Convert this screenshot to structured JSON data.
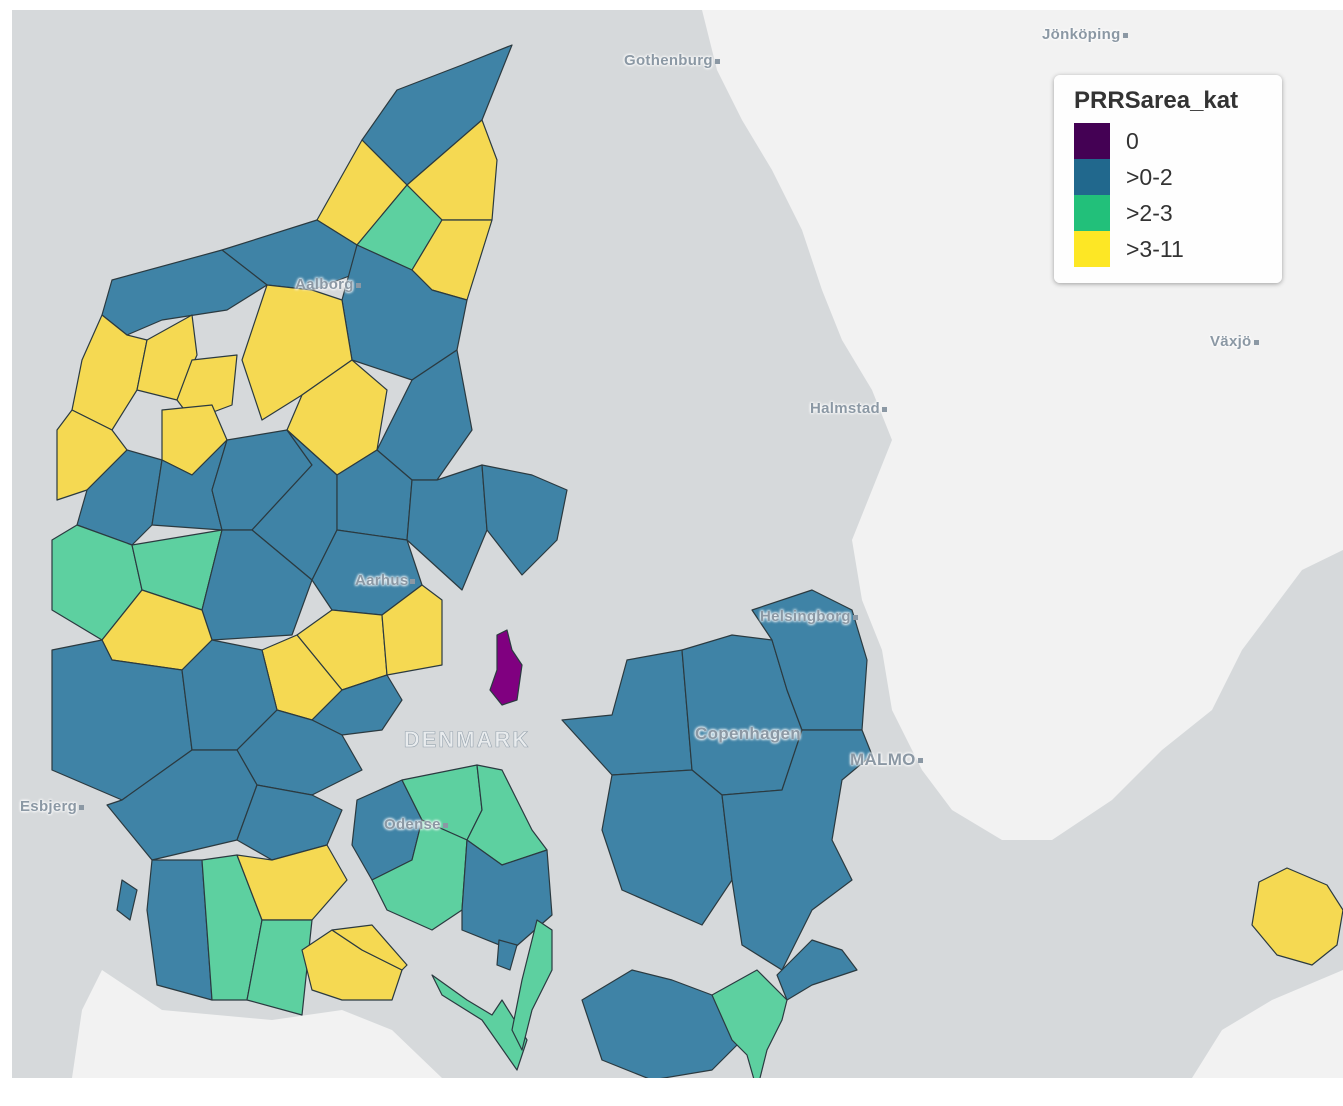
{
  "map": {
    "colors": {
      "sea": "#d6d9db",
      "land": "#f2f2f2",
      "cat_0": "#800080",
      "cat_0_2": "#3f83a6",
      "cat_2_3": "#5dd0a0",
      "cat_3_11": "#f5d952",
      "border": "#2b3a40"
    },
    "country_label": "DENMARK",
    "cities": [
      {
        "name": "Gothenburg"
      },
      {
        "name": "Jönköping"
      },
      {
        "name": "Växjö"
      },
      {
        "name": "Halmstad"
      },
      {
        "name": "Helsingborg"
      },
      {
        "name": "Aalborg"
      },
      {
        "name": "Aarhus"
      },
      {
        "name": "Copenhagen"
      },
      {
        "name": "MALMO"
      },
      {
        "name": "Esbjerg"
      },
      {
        "name": "Odense"
      }
    ]
  },
  "legend": {
    "title": "PRRSarea_kat",
    "items": [
      {
        "label": "0",
        "color": "#440154"
      },
      {
        "label": ">0-2",
        "color": "#21688d"
      },
      {
        "label": ">2-3",
        "color": "#22c07a"
      },
      {
        "label": ">3-11",
        "color": "#fde725"
      }
    ]
  }
}
